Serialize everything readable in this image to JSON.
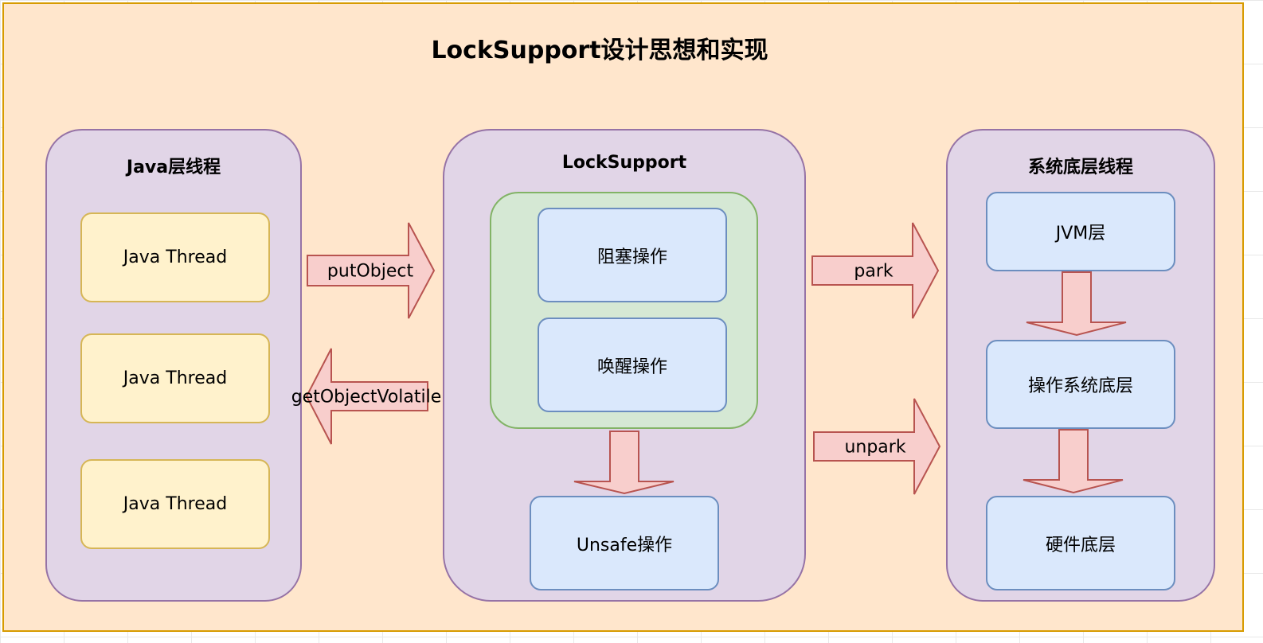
{
  "title": "LockSupport设计思想和实现",
  "colors": {
    "background": "#ffe6cc",
    "background_border": "#d79b00",
    "panel_fill": "#e1d5e7",
    "panel_border": "#9673a6",
    "thread_fill": "#fff2cc",
    "thread_border": "#d6b656",
    "op_fill": "#dae8fc",
    "op_border": "#6c8ebf",
    "group_fill": "#d5e8d4",
    "group_border": "#82b366",
    "arrow_fill": "#f8cecc",
    "arrow_border": "#b85450"
  },
  "java_layer": {
    "title": "Java层线程",
    "threads": [
      "Java Thread",
      "Java Thread",
      "Java Thread"
    ]
  },
  "lock_support": {
    "title": "LockSupport",
    "block_op": "阻塞操作",
    "wake_op": "唤醒操作",
    "unsafe_op": "Unsafe操作"
  },
  "system_layer": {
    "title": "系统底层线程",
    "jvm": "JVM层",
    "os": "操作系统底层",
    "hardware": "硬件底层"
  },
  "arrows": {
    "put_object": "putObject",
    "get_object_volatile": "getObjectVolatile",
    "park": "park",
    "unpark": "unpark"
  }
}
